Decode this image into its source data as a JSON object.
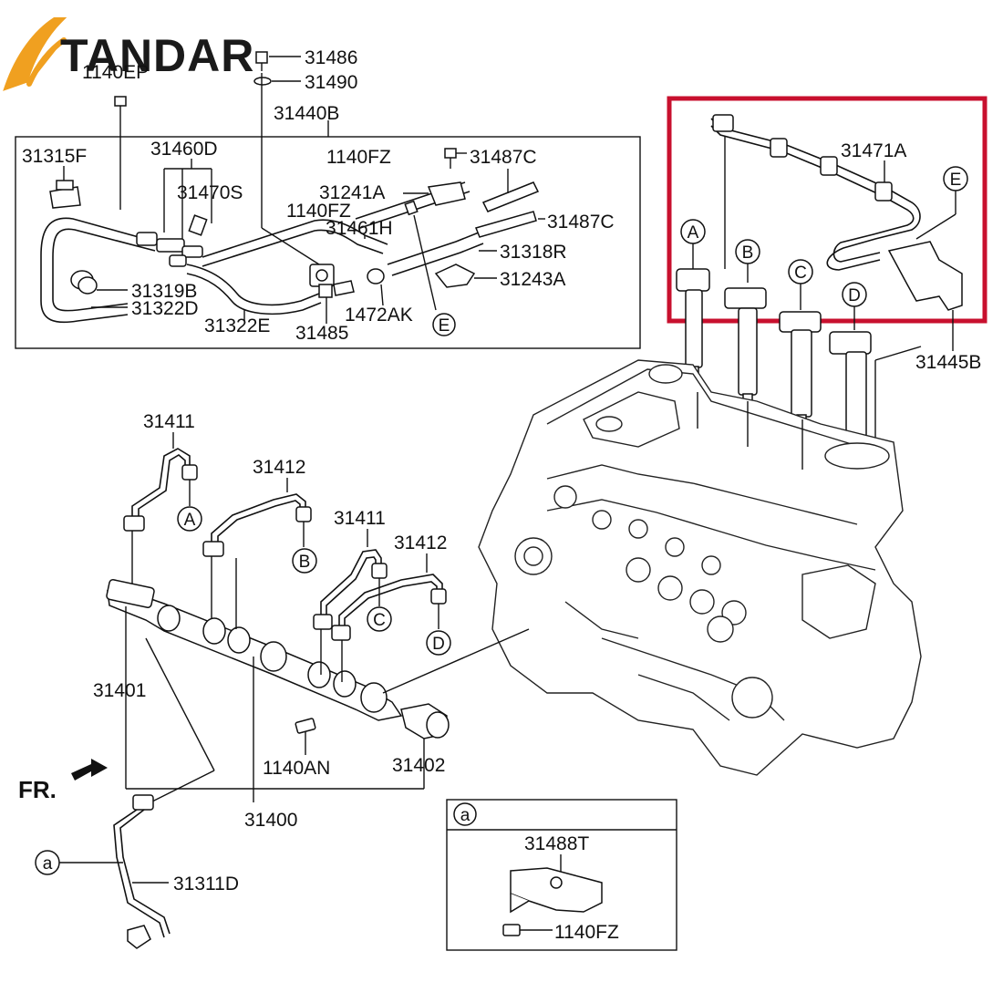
{
  "brand": {
    "logo_text": "TANDAR",
    "logo_color": "#f0a020"
  },
  "direction_label": "FR.",
  "highlight_color": "#c8102e",
  "labels": {
    "p31486": "31486",
    "p31490": "31490",
    "p1140EP": "1140EP",
    "p31440B": "31440B",
    "p31315F": "31315F",
    "p31460D": "31460D",
    "p31470S": "31470S",
    "p1140FZ_top": "1140FZ",
    "p31487C_a": "31487C",
    "p31241A": "31241A",
    "p1140FZ_mid": "1140FZ",
    "p31461H": "31461H",
    "p31487C_b": "31487C",
    "p31318R": "31318R",
    "p31319B": "31319B",
    "p31322D": "31322D",
    "p31322E": "31322E",
    "p31485": "31485",
    "p1472AK": "1472AK",
    "p31243A": "31243A",
    "p31471A": "31471A",
    "p31445B": "31445B",
    "p31411_a": "31411",
    "p31412_a": "31412",
    "p31411_b": "31411",
    "p31412_b": "31412",
    "p31401": "31401",
    "p1140AN": "1140AN",
    "p31402": "31402",
    "p31400": "31400",
    "p31311D": "31311D",
    "p31488T": "31488T",
    "p1140FZ_inset": "1140FZ"
  },
  "callouts": {
    "A": "A",
    "B": "B",
    "C": "C",
    "D": "D",
    "E": "E",
    "a": "a"
  }
}
